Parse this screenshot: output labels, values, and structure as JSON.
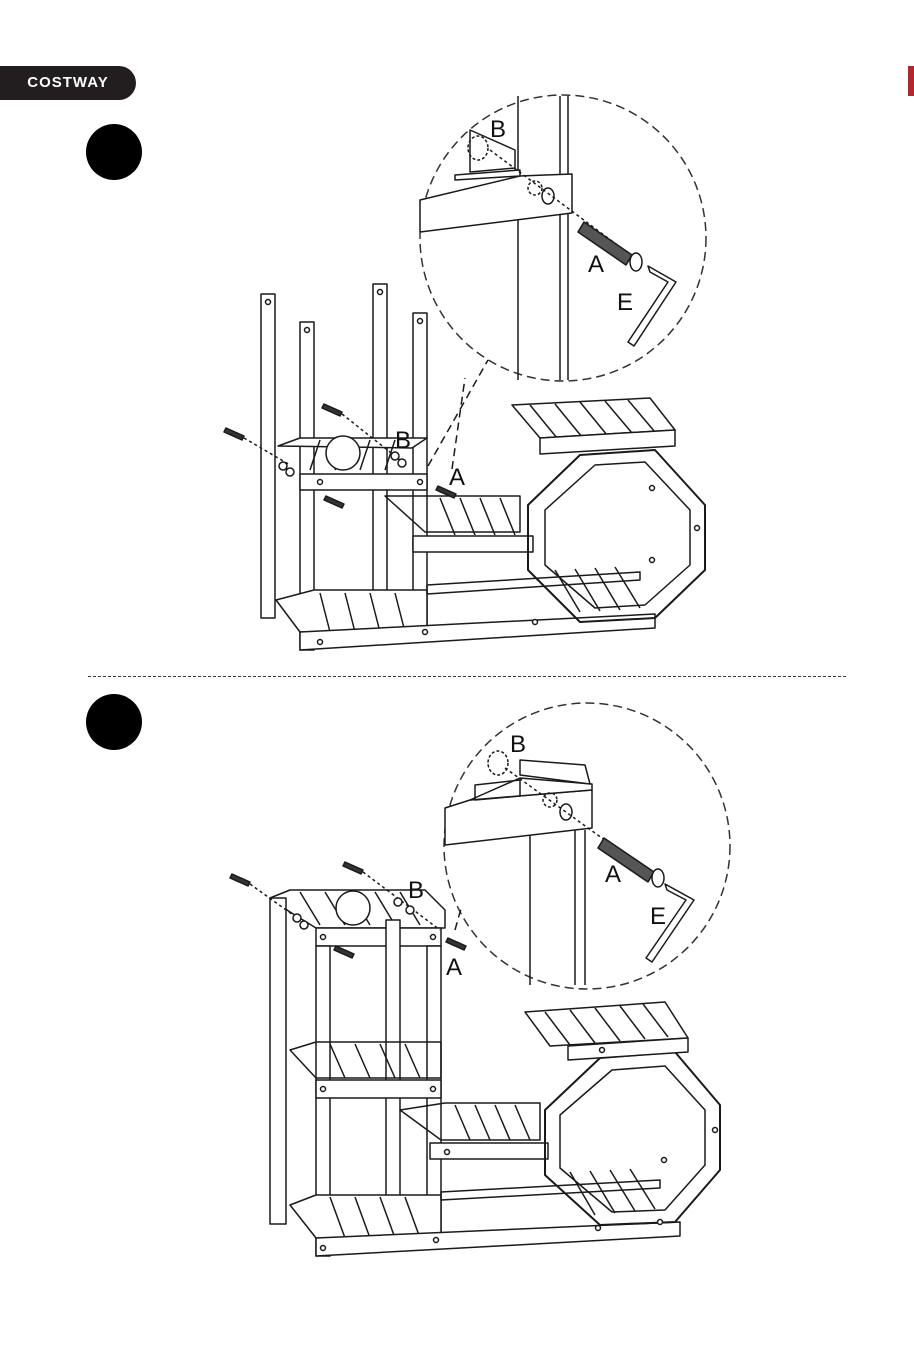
{
  "brand": {
    "name": "COSTWAY",
    "tab_color": "#221e1f",
    "accent_color": "#b4262b"
  },
  "steps": [
    {
      "marker": "step-circle",
      "callout_labels": {
        "screw": "A",
        "barrel_nut": "B",
        "allen_key": "E"
      },
      "main_labels": {
        "barrel_nut": "B",
        "screw": "A"
      }
    },
    {
      "marker": "step-circle",
      "callout_labels": {
        "screw": "A",
        "barrel_nut": "B",
        "allen_key": "E"
      },
      "main_labels": {
        "barrel_nut": "B",
        "screw": "A"
      }
    }
  ],
  "icons": [
    "allen-key-icon",
    "screw-icon",
    "barrel-nut-icon",
    "magnifier-callout-icon"
  ]
}
